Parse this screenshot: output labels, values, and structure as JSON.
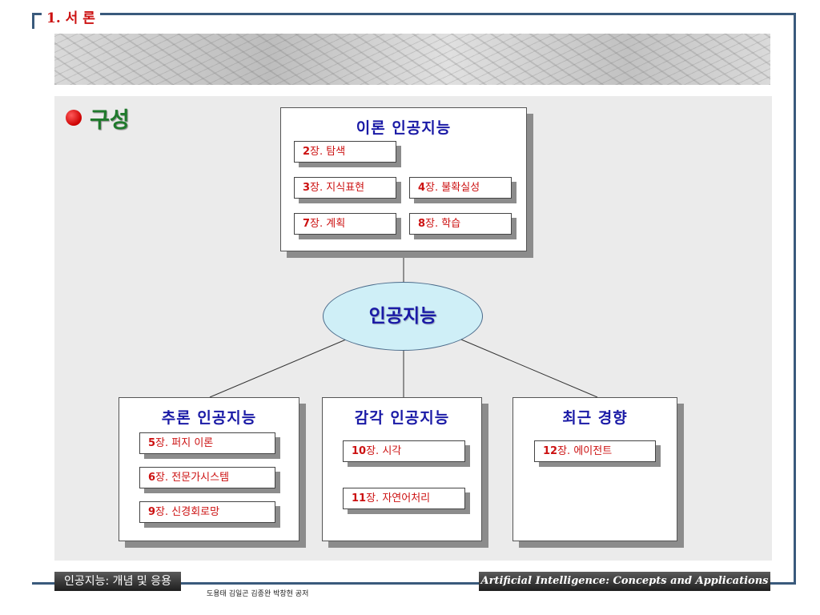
{
  "header": {
    "chapter_title": "1. 서 론"
  },
  "section": {
    "title": "구성"
  },
  "center": {
    "label": "인공지능"
  },
  "theory": {
    "title": "이론 인공지능",
    "chips": [
      {
        "num": "2",
        "text": "장. 탐색"
      },
      {
        "num": "3",
        "text": "장. 지식표현"
      },
      {
        "num": "4",
        "text": "장. 불확실성"
      },
      {
        "num": "7",
        "text": "장. 계획"
      },
      {
        "num": "8",
        "text": "장. 학습"
      }
    ]
  },
  "reasoning": {
    "title": "추론 인공지능",
    "chips": [
      {
        "num": "5",
        "text": "장. 퍼지 이론"
      },
      {
        "num": "6",
        "text": "장. 전문가시스템"
      },
      {
        "num": "9",
        "text": "장. 신경회로망"
      }
    ]
  },
  "perception": {
    "title": "감각 인공지능",
    "chips": [
      {
        "num": "10",
        "text": "장. 시각"
      },
      {
        "num": "11",
        "text": "장. 자연어처리"
      }
    ]
  },
  "trends": {
    "title": "최근 경향",
    "chips": [
      {
        "num": "12",
        "text": "장. 에이전트"
      }
    ]
  },
  "footer": {
    "left": "인공지능: 개념 및 응용",
    "authors": "도용태 김일곤 김종완 박창현 공저",
    "right": "Artificial Intelligence: Concepts and Applications"
  },
  "colors": {
    "frame": "#3a5a7c",
    "chip_text": "#cc1111",
    "box_title": "#1a1aa6",
    "section_title": "#1f7a2c",
    "ellipse_fill": "#cfeff7"
  }
}
